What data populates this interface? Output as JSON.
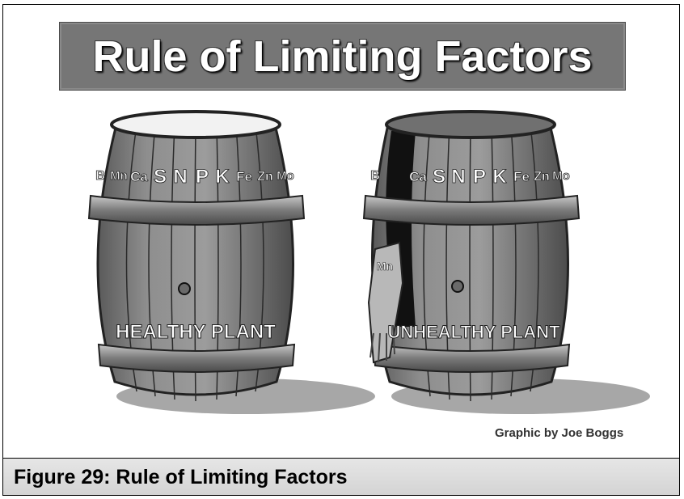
{
  "title": "Rule of Limiting Factors",
  "caption": "Figure 29: Rule of Limiting Factors",
  "credit": "Graphic by Joe Boggs",
  "barrels": [
    {
      "label": "HEALTHY PLANT",
      "staves": [
        "B",
        "Mn",
        "Ca",
        "S",
        "N",
        "P",
        "K",
        "Fe",
        "Zn",
        "Mo"
      ]
    },
    {
      "label": "UNHEALTHY PLANT",
      "staves": [
        "B",
        "Mn",
        "Ca",
        "S",
        "N",
        "P",
        "K",
        "Fe",
        "Zn",
        "Mo"
      ],
      "broken_stave": "Mn"
    }
  ],
  "colors": {
    "title_bg": "#767676",
    "barrel_wood": "#8c8c8c",
    "barrel_hoop": "#5e5e5e",
    "caption_bg": "#dcdcdc"
  }
}
